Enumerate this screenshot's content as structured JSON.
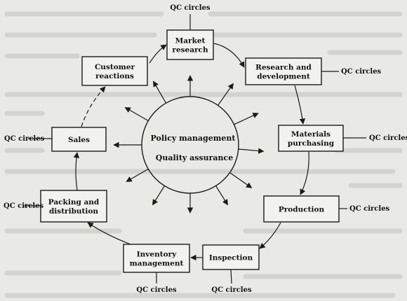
{
  "center": {
    "line1": "Policy management",
    "line2": "Quality assurance"
  },
  "qc_label": "QC circles",
  "nodes": [
    {
      "id": "market",
      "lines": [
        "Market",
        "research"
      ]
    },
    {
      "id": "rnd",
      "lines": [
        "Research and",
        "development"
      ]
    },
    {
      "id": "materials",
      "lines": [
        "Materials",
        "purchasing"
      ]
    },
    {
      "id": "production",
      "lines": [
        "Production"
      ]
    },
    {
      "id": "inspection",
      "lines": [
        "Inspection"
      ]
    },
    {
      "id": "inventory",
      "lines": [
        "Inventory",
        "management"
      ]
    },
    {
      "id": "packing",
      "lines": [
        "Packing and",
        "distribution"
      ]
    },
    {
      "id": "sales",
      "lines": [
        "Sales"
      ]
    },
    {
      "id": "customer",
      "lines": [
        "Customer",
        "reactions"
      ]
    }
  ]
}
